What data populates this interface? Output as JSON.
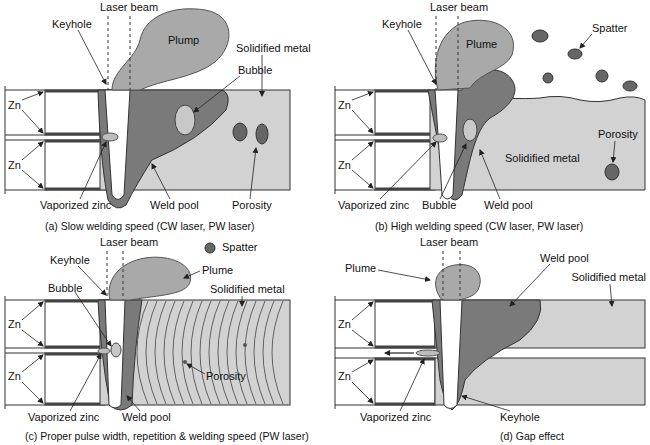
{
  "diagram": {
    "labels": [
      "Laser beam",
      "Plump",
      "Keyhole",
      "Bubble",
      "Solidified metal",
      "Zn",
      "Zn",
      "Vaporized zinc",
      "Weld pool",
      "Porosity",
      "(a) Slow welding speed (CW laser, PW laser)",
      "Laser beam",
      "Plume",
      "Keyhole",
      "Spatter",
      "Zn",
      "Zn",
      "Porosity",
      "Solidified metal",
      "Vaporized zinc",
      "Bubble",
      "Weld pool",
      "(b) High welding speed (CW laser, PW laser)",
      "Laser beam",
      "Spatter",
      "Keyhole",
      "Plume",
      "Solidified metal",
      "Bubble",
      "Zn",
      "Zn",
      "Porosity",
      "Vaporized zinc",
      "Weld pool",
      "(c) Proper pulse width, repetition & welding speed (PW laser)",
      "Laser beam",
      "Weld pool",
      "Plume",
      "Solidified metal",
      "Zn",
      "Zn",
      "Vaporized zinc",
      "Keyhole",
      "(d) Gap effect"
    ]
  }
}
